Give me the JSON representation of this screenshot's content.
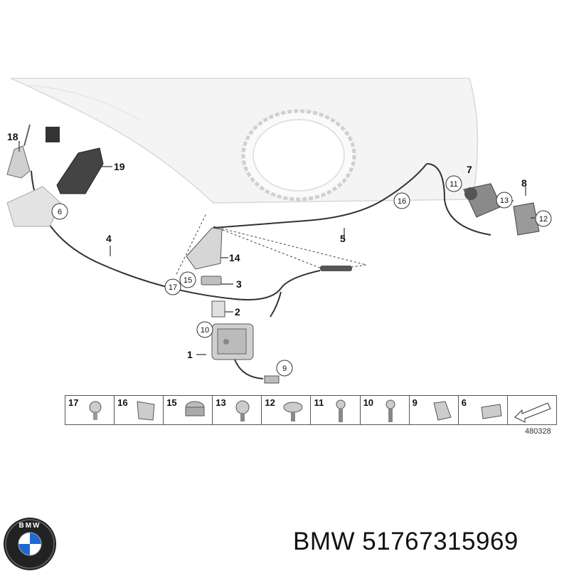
{
  "callouts": {
    "c1": "1",
    "c2": "2",
    "c3": "3",
    "c4": "4",
    "c5": "5",
    "c6": "6",
    "c7": "7",
    "c8": "8",
    "c9": "9",
    "c10": "10",
    "c11": "11",
    "c12": "12",
    "c13": "13",
    "c14": "14",
    "c15": "15",
    "c16": "16",
    "c17": "17",
    "c18": "18",
    "c19": "19"
  },
  "parts_row": [
    "17",
    "16",
    "15",
    "13",
    "12",
    "11",
    "10",
    "9",
    "6"
  ],
  "diagram_ref": "480328",
  "brand_label": "BMW 51767315969",
  "logo_text": "BMW",
  "colors": {
    "line": "#333333",
    "part_fill": "#cfcfcf",
    "hood": "#f4f4f4"
  }
}
